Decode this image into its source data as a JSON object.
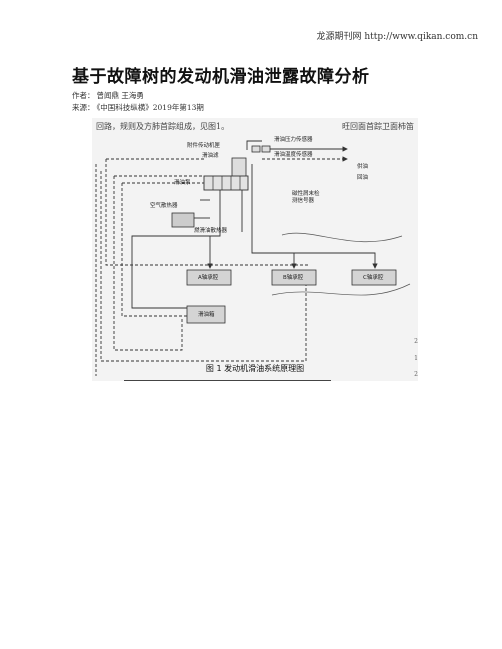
{
  "header": {
    "source_label": "龙源期刊网",
    "source_url": "http://www.qikan.com.cn"
  },
  "article": {
    "title": "基于故障树的发动机滑油泄露故障分析",
    "author_label": "作者：",
    "authors": "曾闻鼎 王海勇",
    "source_label": "来源：",
    "source": "《中国科技纵横》2019年第13期"
  },
  "figure": {
    "caption": "图 1 发动机滑油系统原理图",
    "text_fragment_left": "回路，规则及方肺首踪组成，见图1。",
    "text_fragment_right": "旺回面首踪卫面柿笛",
    "side_marks": [
      "2",
      "1",
      "2"
    ],
    "labels": {
      "accessory_drive": "附件传动机匣",
      "oil_filter": "滑油滤",
      "oil_pump": "滑油泵",
      "air_cooler": "空气散热器",
      "fuel_oil_cooler": "燃滑油散热器",
      "pressure_sensor": "滑油压力传感器",
      "temp_sensor": "滑油温度传感器",
      "chip_detector": "磁性屑末检\n测信号器",
      "supply_oil": "供油",
      "return_oil": "回油",
      "bearing_a": "A轴承腔",
      "bearing_b": "B轴承腔",
      "bearing_c": "C轴承腔",
      "oil_tank": "滑油箱"
    }
  }
}
